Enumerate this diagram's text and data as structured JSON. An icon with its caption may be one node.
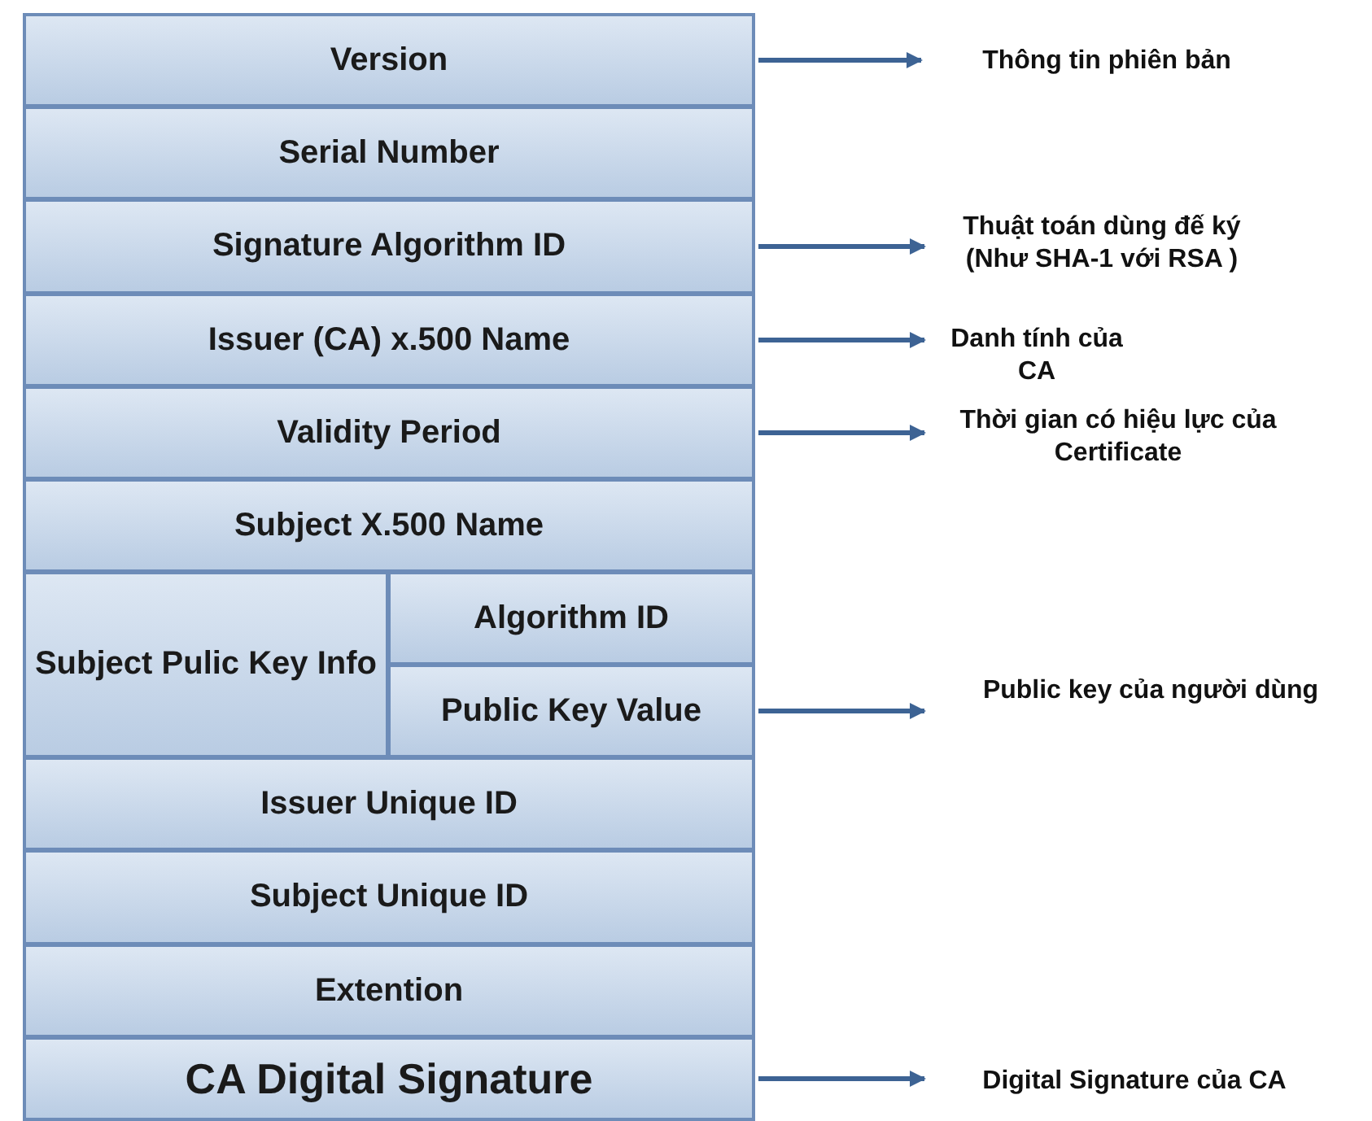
{
  "diagram": {
    "nodes": [
      {
        "text": [
          "Version"
        ]
      },
      {
        "text": [
          "Serial Number"
        ]
      },
      {
        "text": [
          "Signature Algorithm ID"
        ]
      },
      {
        "text": [
          "Issuer (CA) x.500 Name"
        ]
      },
      {
        "text": [
          "Validity Period"
        ]
      },
      {
        "text": [
          "Subject X.500 Name"
        ]
      },
      {
        "text": [
          "Subject Pulic Key Info"
        ]
      },
      {
        "text": [
          "Algorithm ID"
        ]
      },
      {
        "text": [
          "Public Key Value"
        ]
      },
      {
        "text": [
          "Issuer Unique ID"
        ]
      },
      {
        "text": [
          "Subject Unique ID"
        ]
      },
      {
        "text": [
          "Extention"
        ]
      },
      {
        "text": [
          "CA Digital Signature"
        ]
      },
      {
        "text": [
          "Thông tin phiên bản"
        ]
      },
      {
        "text": [
          "Thuật toán dùng đế ký (Như SHA-1 với RSA )"
        ]
      },
      {
        "text": [
          "Danh tính của CA"
        ]
      },
      {
        "text": [
          "Thời gian có hiệu lực của Certificate"
        ]
      },
      {
        "text": [
          "Public key của người dùng"
        ]
      },
      {
        "text": [
          "Digital Signature của CA"
        ]
      }
    ],
    "edges": [
      {
        "from": 0,
        "to": 13,
        "arrow": "to"
      },
      {
        "from": 2,
        "to": 14,
        "arrow": "to"
      },
      {
        "from": 3,
        "to": 15,
        "arrow": "to"
      },
      {
        "from": 4,
        "to": 16,
        "arrow": "to"
      },
      {
        "from": 8,
        "to": 17,
        "arrow": "to"
      },
      {
        "from": 12,
        "to": 18,
        "arrow": "to"
      }
    ]
  }
}
